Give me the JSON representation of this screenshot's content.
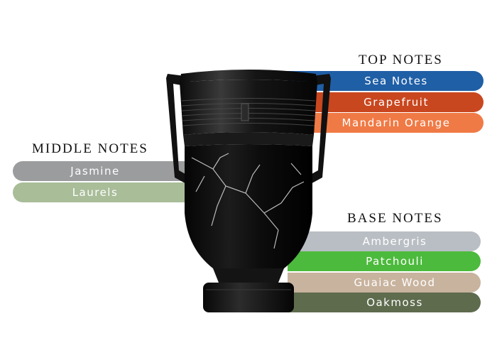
{
  "top_notes": {
    "heading": "TOP NOTES",
    "items": [
      {
        "label": "Sea Notes",
        "color": "#1f5fa6"
      },
      {
        "label": "Grapefruit",
        "color": "#c9471f"
      },
      {
        "label": "Mandarin Orange",
        "color": "#f07a45"
      }
    ]
  },
  "middle_notes": {
    "heading": "MIDDLE NOTES",
    "items": [
      {
        "label": "Jasmine",
        "color": "#9b9c9e"
      },
      {
        "label": "Laurels",
        "color": "#a8bd98"
      }
    ]
  },
  "base_notes": {
    "heading": "BASE NOTES",
    "items": [
      {
        "label": "Ambergris",
        "color": "#b9bec4"
      },
      {
        "label": "Patchouli",
        "color": "#4cba3c"
      },
      {
        "label": "Guaiac Wood",
        "color": "#c8b39e"
      },
      {
        "label": "Oakmoss",
        "color": "#5e6b4d"
      }
    ]
  },
  "product_image": {
    "icon": "trophy-perfume-bottle-icon"
  }
}
